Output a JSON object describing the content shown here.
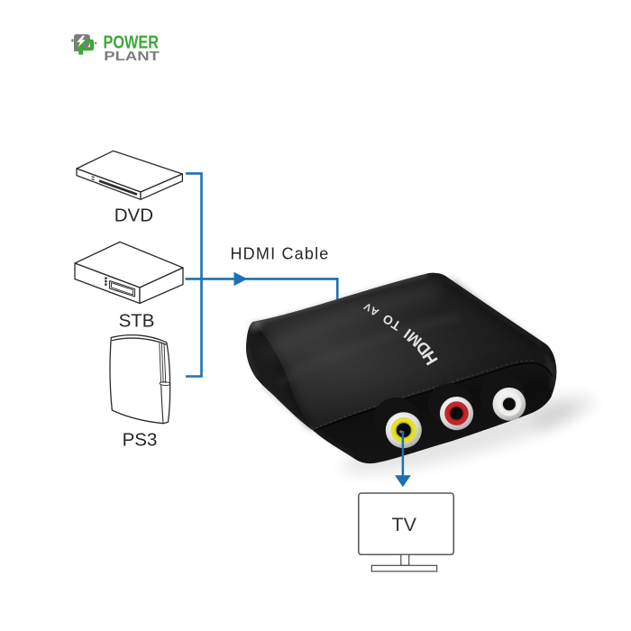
{
  "logo": {
    "power_label": "POWER",
    "plant_label": "PLANT",
    "green": "#3da639",
    "gray": "#7d7d7d"
  },
  "diagram": {
    "line_color": "#1c70b5",
    "stroke_color": "#2b2b2b",
    "sources": [
      {
        "id": "dvd",
        "label": "DVD"
      },
      {
        "id": "stb",
        "label": "STB"
      },
      {
        "id": "ps3",
        "label": "PS3"
      }
    ],
    "cable_label": "HDMI Cable",
    "tv_label": "TV"
  },
  "device": {
    "print_label": "HDMI TO AV",
    "body_color": "#1d1d1d",
    "jacks": [
      {
        "name": "composite-video",
        "color": "#e6df2e"
      },
      {
        "name": "audio-right",
        "color": "#c0272d"
      },
      {
        "name": "audio-left",
        "color": "#f0efeb"
      }
    ]
  }
}
